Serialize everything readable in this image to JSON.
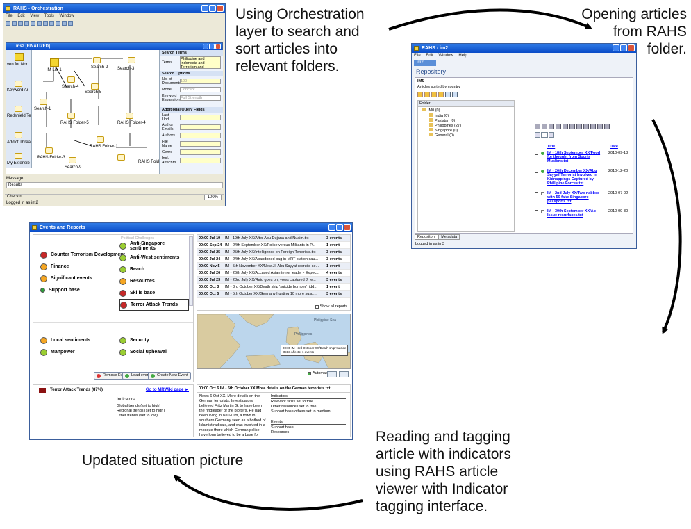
{
  "captions": {
    "top": [
      "Using Orchestration",
      "layer to search and",
      "sort articles into",
      "relevant folders."
    ],
    "right": [
      "Opening articles",
      "from RAHS",
      "folder."
    ],
    "bottom_left": "Updated situation picture",
    "bottom_right": [
      "Reading and tagging",
      "article with indicators",
      "using RAHS article",
      "viewer with Indicator",
      "tagging interface."
    ]
  },
  "orchestration": {
    "title": "RAHS - Orchestration",
    "menu": [
      "File",
      "Edit",
      "View",
      "Tools",
      "Window"
    ],
    "subtitle": "ins2 [FINALIZED]",
    "nodes": [
      "IM Lib-1",
      "Search-2",
      "Search-3",
      "Search-4",
      "Search-5",
      "Search-1",
      "RAHS Folder-5",
      "RAHS Folder-4",
      "RAHS Folder-1",
      "RAHS Folder-3",
      "Search-9",
      "RAHS Fold"
    ],
    "side_items": [
      "ven for Nor",
      "Keyword Ar",
      "Redshield Te",
      "Addict Threa",
      "My Extensib"
    ],
    "search_terms_header": "Search Terms",
    "terms_label": "Terms",
    "terms_value": "Philippine and Indonesia and Terrorism and",
    "search_options_header": "Search Options",
    "fields": [
      "No. of Documents",
      "Mode",
      "Keyword Expansion"
    ],
    "field_values": [
      "100",
      "Concept",
      "Full Strength"
    ],
    "additional_header": "Additional Query Fields",
    "additional_fields": [
      "Last Upd.",
      "Author Emails",
      "Authors",
      "File Name",
      "Genre",
      "Incl. Attachm"
    ],
    "message_label": "Message",
    "results_label": "Results",
    "status_left": "Checkin...",
    "status_right": "100%",
    "logged_in": "Logged in as im2"
  },
  "article_viewer": {
    "title": "RAHS - im2",
    "menu": [
      "File",
      "Edit",
      "Window",
      "Help"
    ],
    "tab": "im2",
    "repository": "Repository",
    "im0": "IM0",
    "sorted_by": "Articles sorted by country",
    "folder_label": "Folder",
    "tree_root": "IM0 (0)",
    "folders": [
      "India (0)",
      "Pakistan (0)",
      "Philippines (27)",
      "Singapore (0)",
      "General (0)"
    ],
    "col_title": "Title",
    "col_date": "Date",
    "articles": [
      {
        "title": "IM - 18th September XX/Food for thought from Sports Muslims.txt",
        "date": "2010-09-18"
      },
      {
        "title": "IM - 20th December XX/Abu Sayyaf Terrorist Involved in Kidnappings Captured by Phillipine Forces.txt",
        "date": "2010-12-20"
      },
      {
        "title": "IM - 2nd July XX/Two nabbed with 50 fake Singapore passports.txt",
        "date": "2010-07-02"
      },
      {
        "title": "IM - 30th September XX/Ap Issue resurfaces.txt",
        "date": "2010-09-30"
      }
    ],
    "tabs_bottom": [
      "Repository",
      "Metadata"
    ],
    "logged_in": "Logged in as im3"
  },
  "events": {
    "title": "Events and Reports",
    "left_items": [
      {
        "label": "Counter Terrorism Development",
        "color": "#c62828"
      },
      {
        "label": "Finance",
        "color": "#f5a623"
      },
      {
        "label": "Significant events",
        "color": "#f5a623"
      },
      {
        "label": "Support base",
        "color": "#2e9e3a"
      }
    ],
    "right_header": "Political Challenges",
    "right_items": [
      {
        "label": "Anti-Singapore sentiments",
        "color": "#9acd32"
      },
      {
        "label": "Anti-West sentiments",
        "color": "#9acd32"
      },
      {
        "label": "Reach",
        "color": "#9acd32"
      },
      {
        "label": "Resources",
        "color": "#f5a623"
      },
      {
        "label": "Skills base",
        "color": "#c62828"
      },
      {
        "label": "Terror Attack Trends",
        "color": "#c62828"
      }
    ],
    "lower_left": [
      {
        "label": "Local sentiments",
        "color": "#f5a623"
      },
      {
        "label": "Manpower",
        "color": "#9acd32"
      }
    ],
    "lower_right": [
      {
        "label": "Security",
        "color": "#9acd32"
      },
      {
        "label": "Social upheaval",
        "color": "#9acd32"
      }
    ],
    "event_rows": [
      {
        "time": "00:00 Jul 19",
        "desc": "IM - 19th July XX/After Abu Dujana and Nuaim.txt",
        "count": "3 events"
      },
      {
        "time": "00:00 Sep 24",
        "desc": "IM - 24th September XX/Police versus Militants in P...",
        "count": "1 event"
      },
      {
        "time": "00:00 Jul 25",
        "desc": "IM - 25th July XX/Intelligence on Foreign Terrorists.txt",
        "count": "3 events"
      },
      {
        "time": "00:00 Jul 24",
        "desc": "IM - 24th July XX/Abandoned bag in MRT station cau...",
        "count": "3 events"
      },
      {
        "time": "00:00 Nov 5",
        "desc": "IM - 5th November XX/New JI, Abu Sayyaf recruits se...",
        "count": "1 event"
      },
      {
        "time": "00:00 Jul 26",
        "desc": "IM - 26th July XX/Accused Asian terror leader - Expec...",
        "count": "4 events"
      },
      {
        "time": "00:00 Jul 23",
        "desc": "IM - 23rd July XX/Raid goes on, vows captured JI le...",
        "count": "3 events"
      },
      {
        "time": "00:00 Oct 3",
        "desc": "IM - 3rd October XX/Death ship 'suicide bomber' ridd...",
        "count": "1 event"
      },
      {
        "time": "00:00 Oct 5",
        "desc": "IM - 5th October XX/Germany hunting 10 more susp...",
        "count": "3 events"
      }
    ],
    "show_all": "Show all reports",
    "map_labels": [
      "Philippine Sea",
      "Phillippines"
    ],
    "map_tooltip": [
      "00:00 IM - 3rd October XX/Death ship 'suicide",
      "Oct 3 Affects: 1 events"
    ],
    "automap": "Automap",
    "buttons": [
      "Remove Event",
      "Load event",
      "Create New Event"
    ],
    "trend_title": "Terror Attack Trends (87%)",
    "wiki_link": "Go to MRWiki page ►",
    "indicators_label": "Indicators",
    "indicators": [
      "Global trends (set to high)",
      "Regional trends (set to high)",
      "Other trends (set to low)"
    ],
    "article_header": "00:00 Oct 6   IM - 6th October XX/More details on the German terrorists.txt",
    "article_text": "News 6 Oct XX. More details on the German terrorists. Investigators believed Fritz Martin G. to have been the ringleader of the plotters. He had been living in Neu-Ulm, a town in southern Germany seen as a hotbed of Islamist radicals, and was involved in a mosque there which German police have long believed to be a base for extremists.",
    "right_indicators_label": "Indicators",
    "right_indicators": [
      "Relevant skills set to true",
      "Other resources set to true",
      "Support base others set to medium"
    ],
    "events_label": "Events",
    "events_list": [
      "Support base",
      "Resources"
    ]
  }
}
